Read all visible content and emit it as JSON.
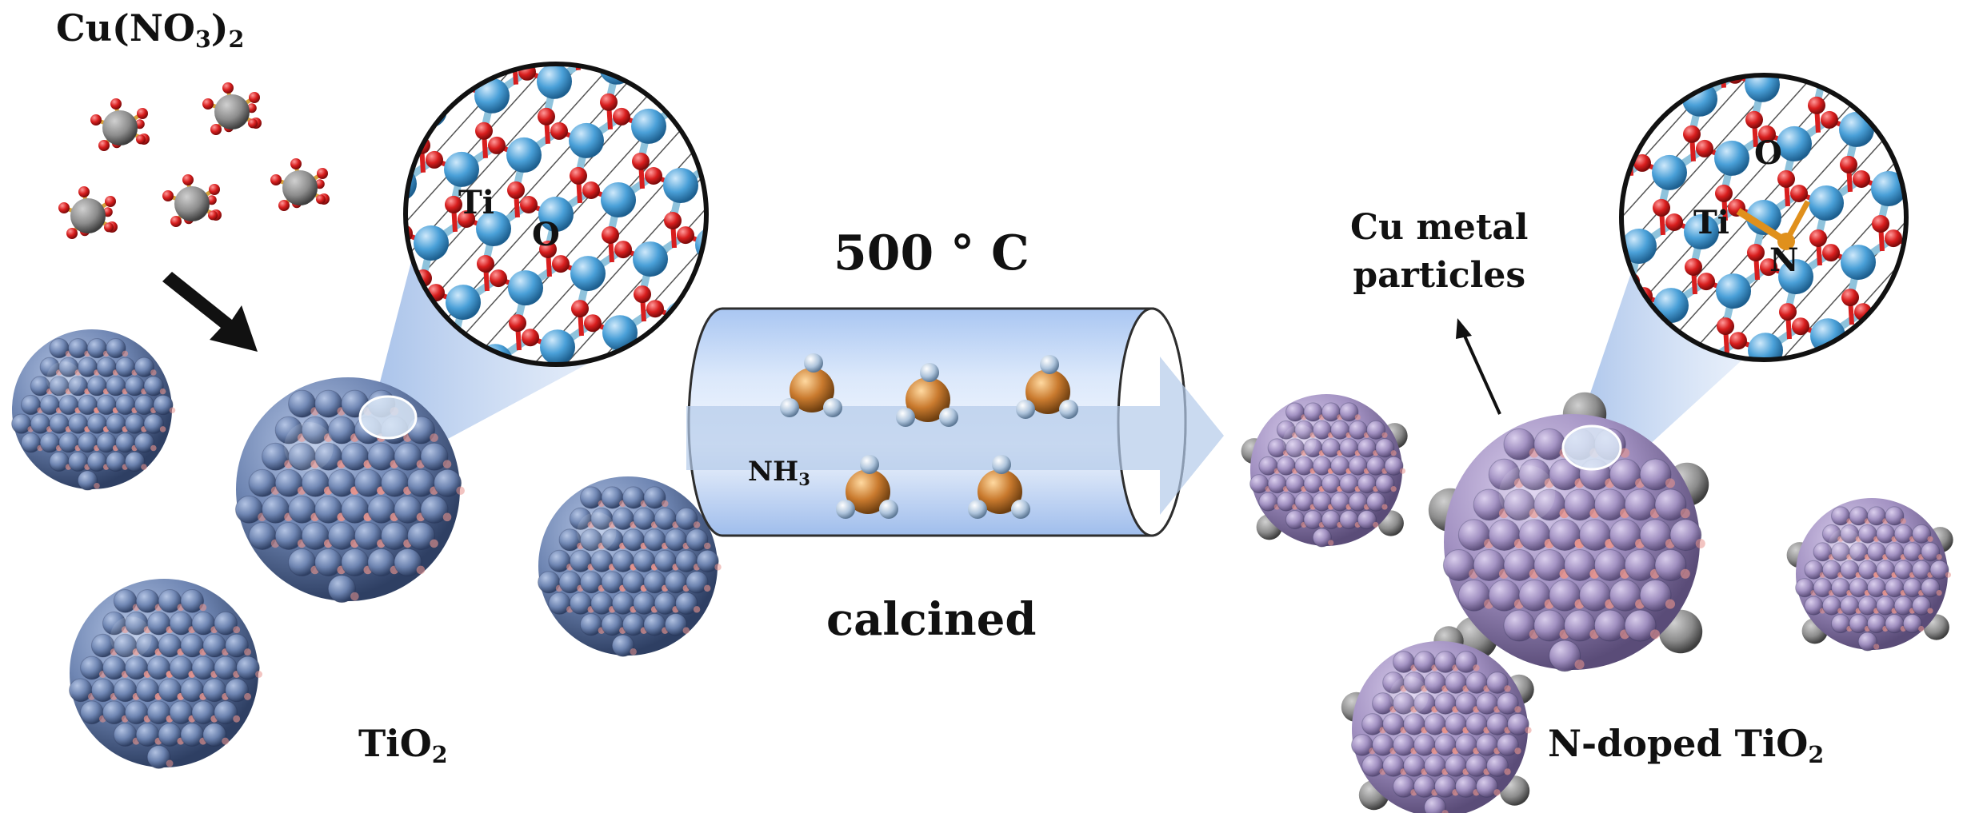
{
  "labels": {
    "precursor": "Cu(NO",
    "precursor_sub1": "3",
    "precursor_close": ")",
    "precursor_sub2": "2",
    "temperature": "500 ° C",
    "process": "calcined",
    "gas": "NH",
    "gas_sub": "3",
    "cu_particles_line1": "Cu metal",
    "cu_particles_line2": "particles",
    "tio2": "TiO",
    "tio2_sub": "2",
    "ndoped": "N-doped TiO",
    "ndoped_sub": "2",
    "inset1_ti": "Ti",
    "inset1_o": "O",
    "inset2_o": "O",
    "inset2_ti": "Ti",
    "inset2_n": "N"
  },
  "colors": {
    "tio2_sphere": "#6f86b3",
    "tio2_dot": "#e8958e",
    "ndoped_sphere": "#a291c2",
    "cu_particle": "#8c8c8c",
    "ti_atom": "#4aa0d8",
    "o_atom": "#d81e1e",
    "n_atom": "#e0901c",
    "bond": "#8fc3dc",
    "nh3_n": "#c97a2e",
    "nh3_h": "#aec4dc",
    "tube": "#c9dcf8",
    "arrow": "#b4cbea"
  }
}
